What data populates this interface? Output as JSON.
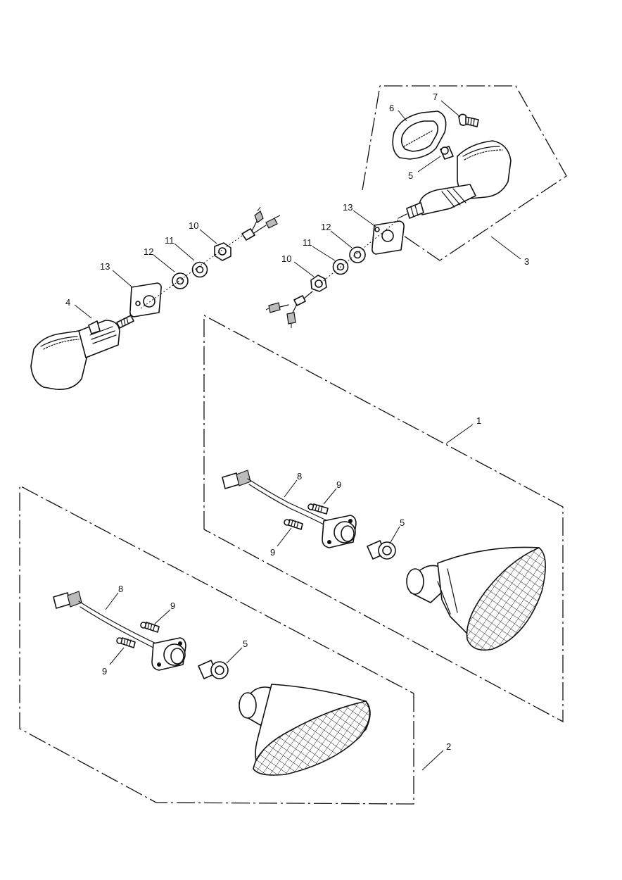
{
  "diagram": {
    "callouts": [
      {
        "id": "c1",
        "label": "1"
      },
      {
        "id": "c2",
        "label": "2"
      },
      {
        "id": "c3",
        "label": "3"
      },
      {
        "id": "c4",
        "label": "4"
      },
      {
        "id": "c5a",
        "label": "5"
      },
      {
        "id": "c5b",
        "label": "5"
      },
      {
        "id": "c5c",
        "label": "5"
      },
      {
        "id": "c6",
        "label": "6"
      },
      {
        "id": "c7",
        "label": "7"
      },
      {
        "id": "c8a",
        "label": "8"
      },
      {
        "id": "c8b",
        "label": "8"
      },
      {
        "id": "c9a",
        "label": "9"
      },
      {
        "id": "c9b",
        "label": "9"
      },
      {
        "id": "c9c",
        "label": "9"
      },
      {
        "id": "c9d",
        "label": "9"
      },
      {
        "id": "c10a",
        "label": "10"
      },
      {
        "id": "c10b",
        "label": "10"
      },
      {
        "id": "c11a",
        "label": "11"
      },
      {
        "id": "c11b",
        "label": "11"
      },
      {
        "id": "c12a",
        "label": "12"
      },
      {
        "id": "c12b",
        "label": "12"
      },
      {
        "id": "c13a",
        "label": "13"
      },
      {
        "id": "c13b",
        "label": "13"
      }
    ]
  }
}
